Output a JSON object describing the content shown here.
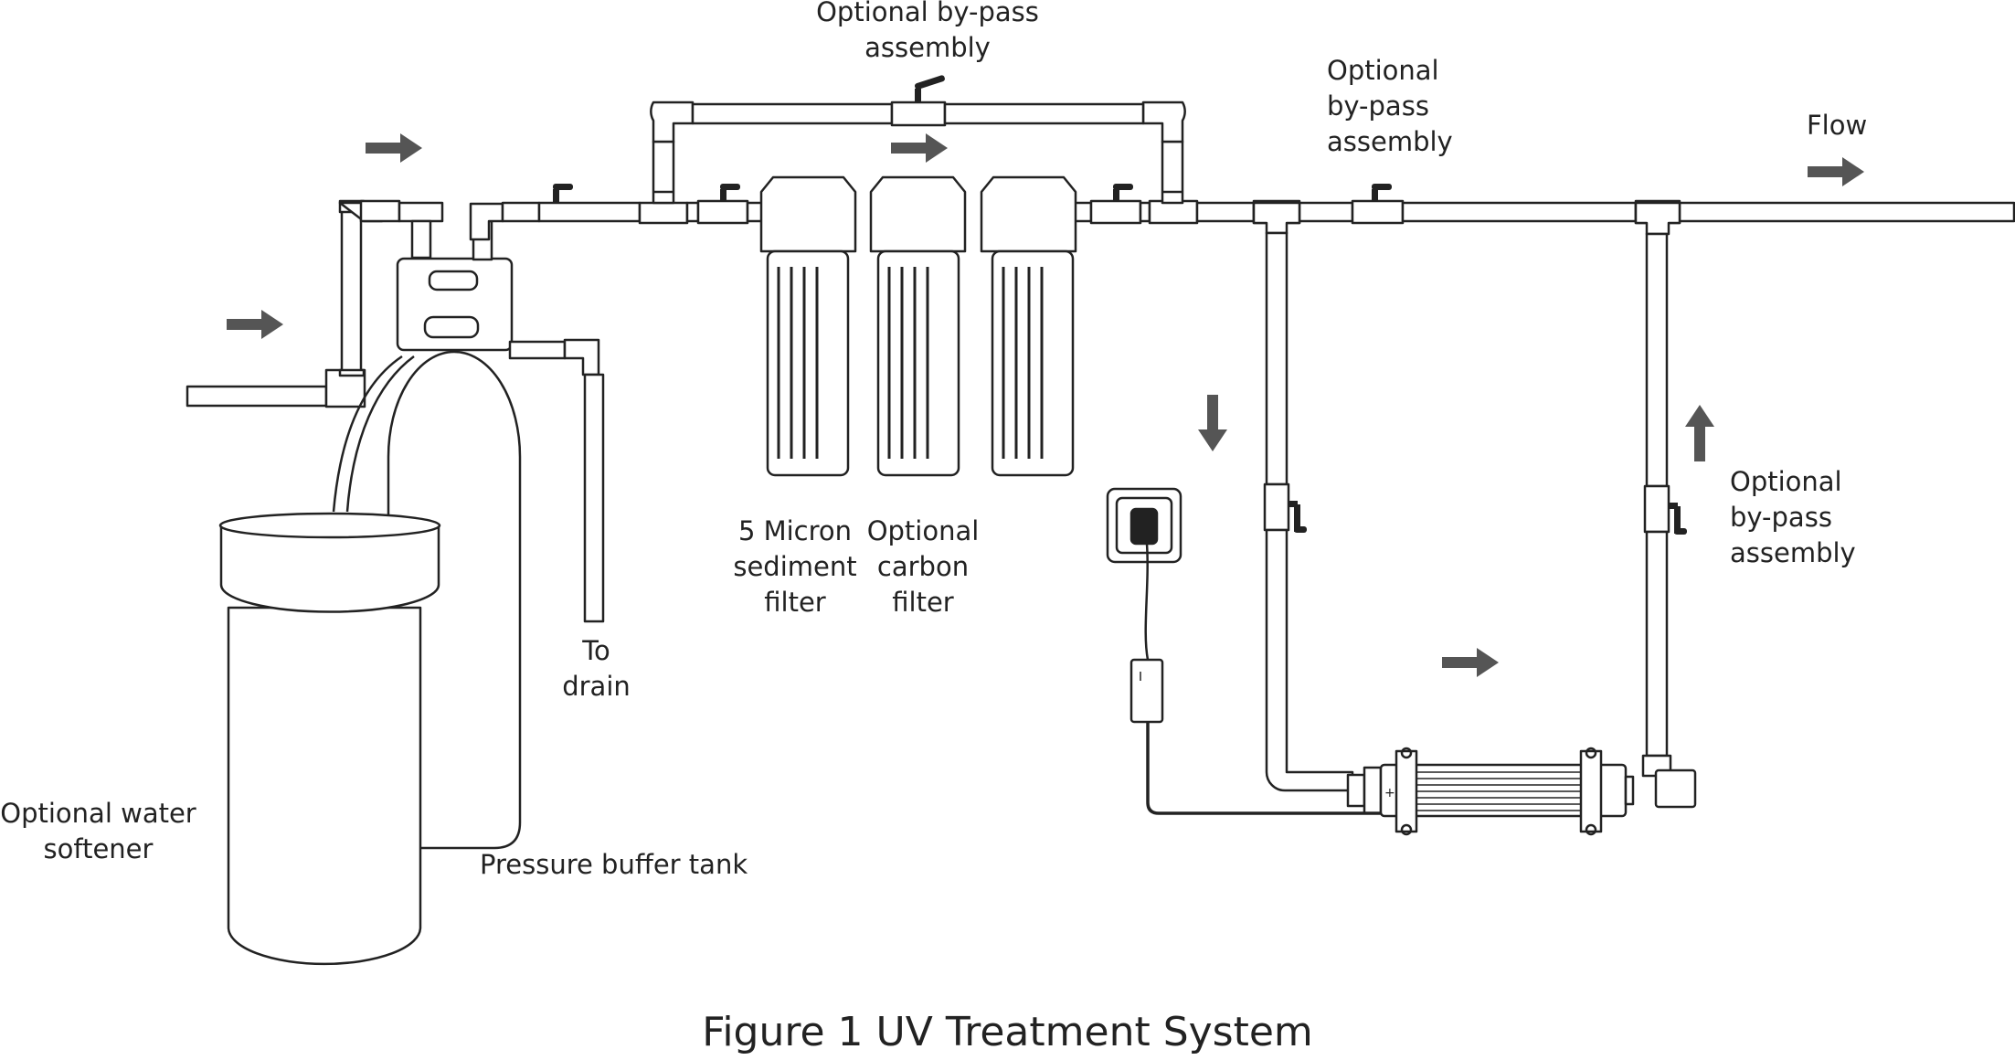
{
  "labels": {
    "bypass_top": [
      "Optional by-pass",
      "assembly"
    ],
    "bypass_mid": [
      "Optional",
      "by-pass",
      "assembly"
    ],
    "bypass_right": [
      "Optional",
      "by-pass",
      "assembly"
    ],
    "flow": "Flow",
    "sediment_filter": [
      "5 Micron",
      "sediment",
      "filter"
    ],
    "carbon_filter": [
      "Optional",
      "carbon",
      "filter"
    ],
    "to_drain": [
      "To",
      "drain"
    ],
    "water_softener": [
      "Optional water",
      "softener"
    ],
    "pressure_tank": "Pressure buffer tank"
  },
  "caption": "Figure 1 UV Treatment System",
  "colors": {
    "line": "#222222",
    "arrow": "#555555",
    "fill": "#ffffff"
  },
  "icons": [
    "flow-arrow-icon",
    "valve-handle-icon",
    "power-plug-icon",
    "uv-lamp-icon"
  ]
}
